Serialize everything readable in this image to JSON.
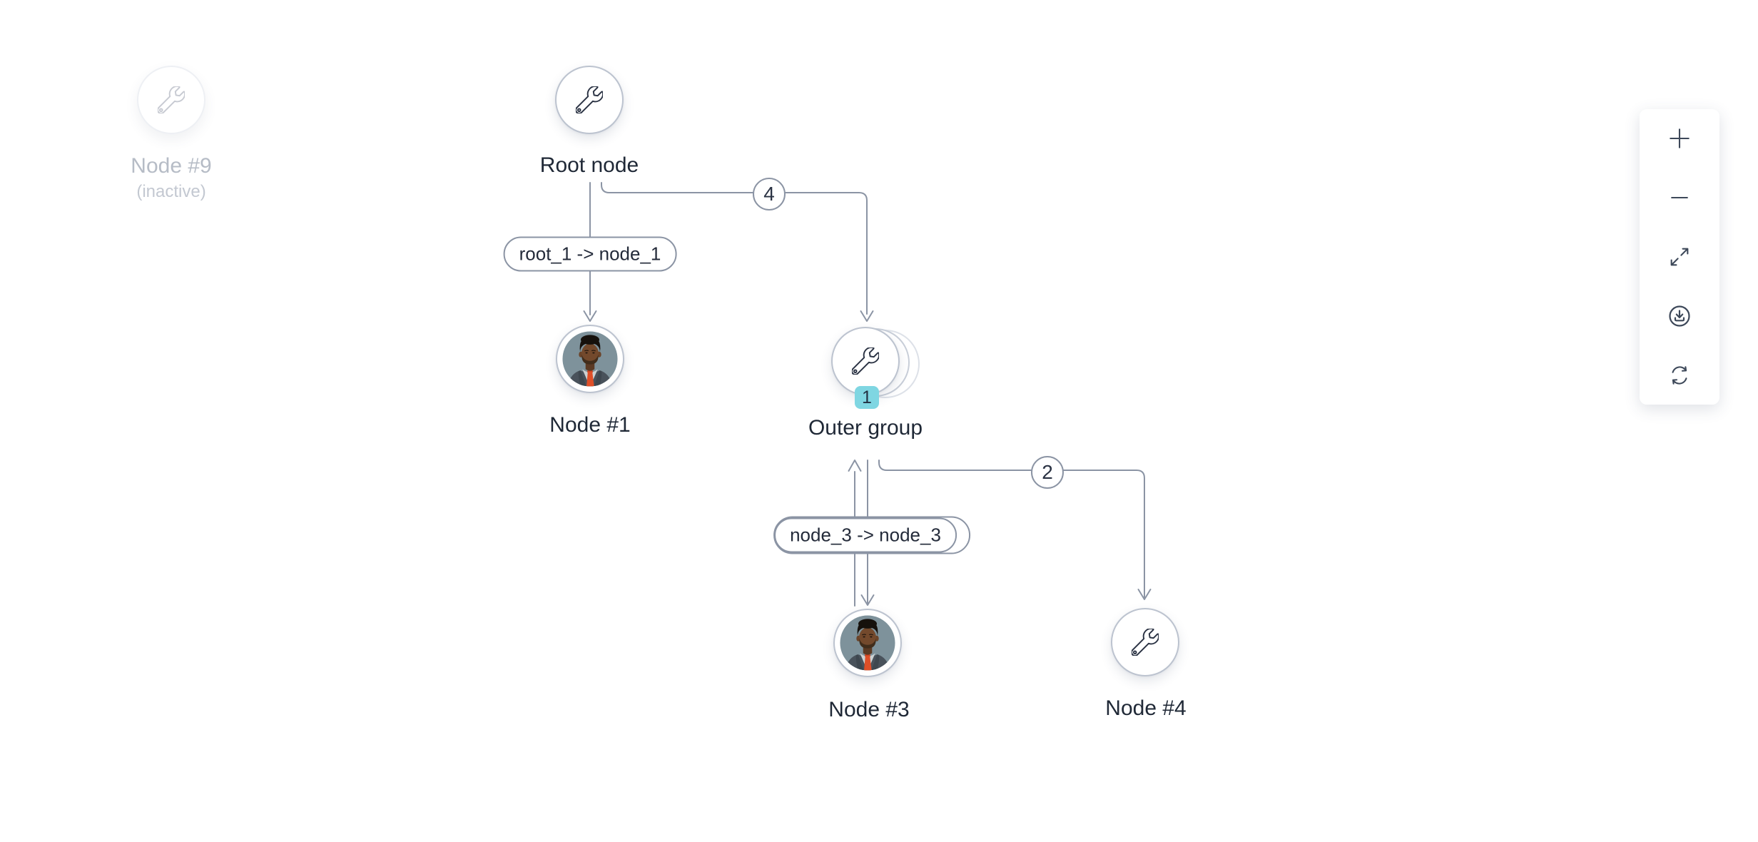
{
  "graph": {
    "nodes": {
      "node9": {
        "label": "Node #9",
        "sublabel": "(inactive)",
        "type": "wrench",
        "state": "inactive"
      },
      "root": {
        "label": "Root node",
        "type": "wrench"
      },
      "node1": {
        "label": "Node #1",
        "type": "avatar"
      },
      "outer": {
        "label": "Outer group",
        "type": "wrench-group",
        "badge": "1"
      },
      "node3": {
        "label": "Node #3",
        "type": "avatar"
      },
      "node4": {
        "label": "Node #4",
        "type": "wrench"
      }
    },
    "edges": {
      "root_node1": {
        "label": "root_1 -> node_1"
      },
      "root_outer": {
        "badge": "4"
      },
      "outer_node3": {
        "label": "node_3 -> node_3"
      },
      "outer_node4": {
        "badge": "2"
      }
    }
  },
  "controls": {
    "zoom_in": "zoom-in",
    "zoom_out": "zoom-out",
    "fit_view": "fit-view",
    "download": "download",
    "refresh": "refresh"
  },
  "colors": {
    "edge": "#8b94a4",
    "node_border": "#bcc3cf",
    "text": "#1f2836",
    "inactive_text": "#b6bcc6",
    "group_badge_bg": "#7fd6e2",
    "control_icon": "#3d4859",
    "background": "#ffffff"
  }
}
